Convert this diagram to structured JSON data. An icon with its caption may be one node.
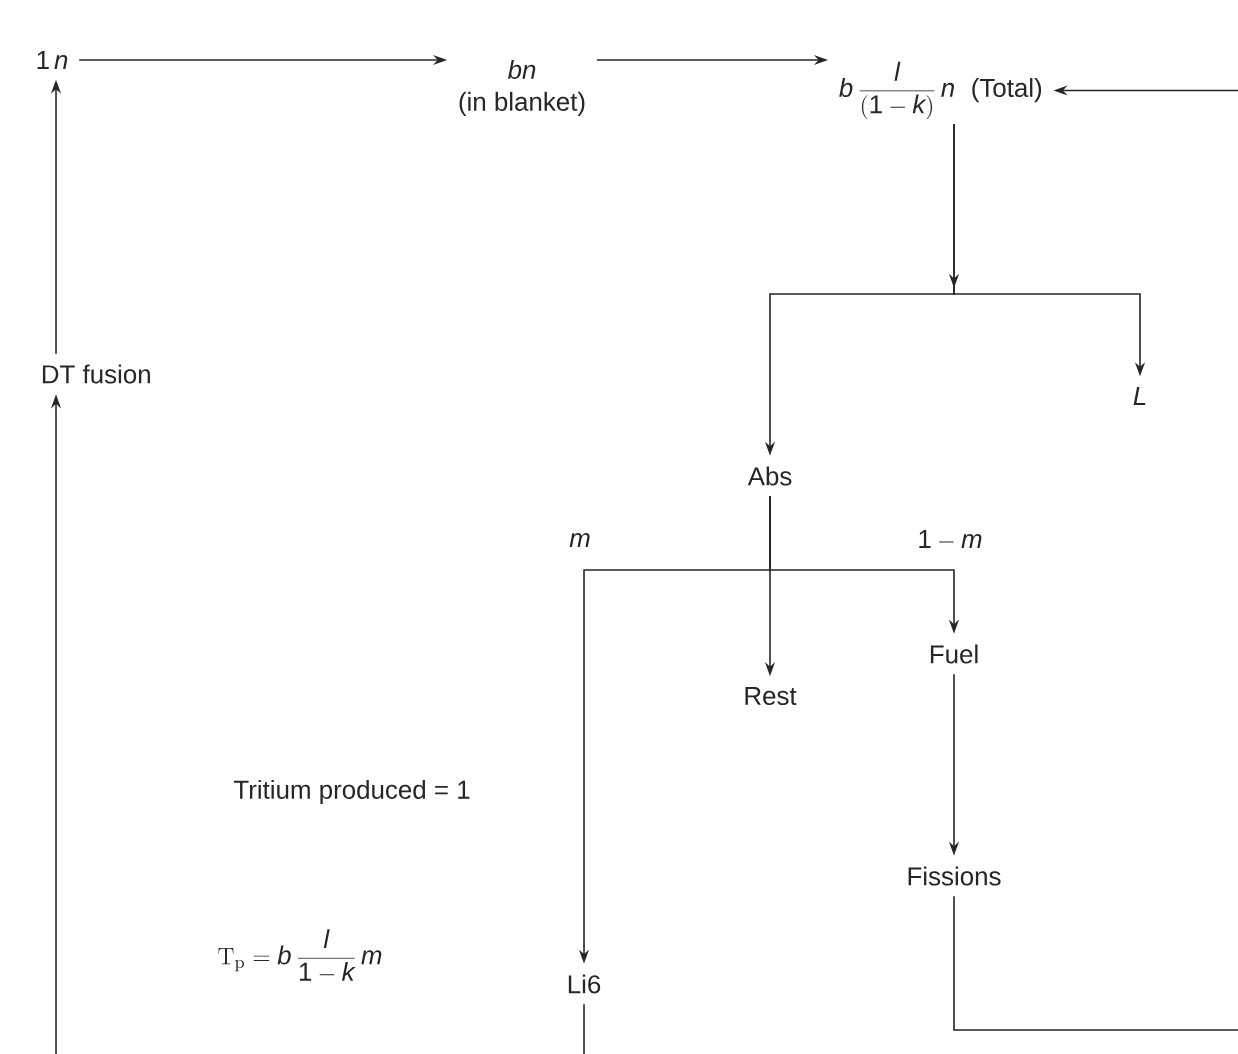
{
  "diagram": {
    "nodes": [
      {
        "text": [
          "1\\,n"
        ]
      },
      {
        "text": [
          "bn",
          "(in blanket)"
        ]
      },
      {
        "text": [
          "b\\,\\frac{l}{(1-k)}\\,n",
          "(Total)"
        ]
      },
      {
        "text": [
          "DT fusion"
        ]
      },
      {
        "text": [
          "L"
        ]
      },
      {
        "text": [
          "Abs"
        ]
      },
      {
        "text": [
          "Rest"
        ]
      },
      {
        "text": [
          "Fuel"
        ]
      },
      {
        "text": [
          "Fissions"
        ]
      },
      {
        "text": [
          "Li6"
        ]
      }
    ],
    "edges": [
      {
        "from": 0,
        "to": 1,
        "arrow": "to"
      },
      {
        "from": 1,
        "to": 2,
        "arrow": "to"
      },
      {
        "from": 2,
        "to": 5,
        "arrow": "to"
      },
      {
        "from": 2,
        "to": 4,
        "arrow": "to"
      },
      {
        "from": 5,
        "to": 9,
        "arrow": "to",
        "label": "m"
      },
      {
        "from": 5,
        "to": 6,
        "arrow": "to"
      },
      {
        "from": 5,
        "to": 7,
        "arrow": "to",
        "label": "1 - m"
      },
      {
        "from": 7,
        "to": 8,
        "arrow": "to"
      },
      {
        "from": 8,
        "to": 2,
        "arrow": "to"
      },
      {
        "from": 9,
        "to": 3,
        "arrow": "to"
      },
      {
        "from": 3,
        "to": 0,
        "arrow": "to"
      }
    ],
    "labels": [
      "Tritium produced = 1",
      "\\mathrm{T_p} = b\\,\\frac{l}{1-k}\\,m"
    ]
  }
}
